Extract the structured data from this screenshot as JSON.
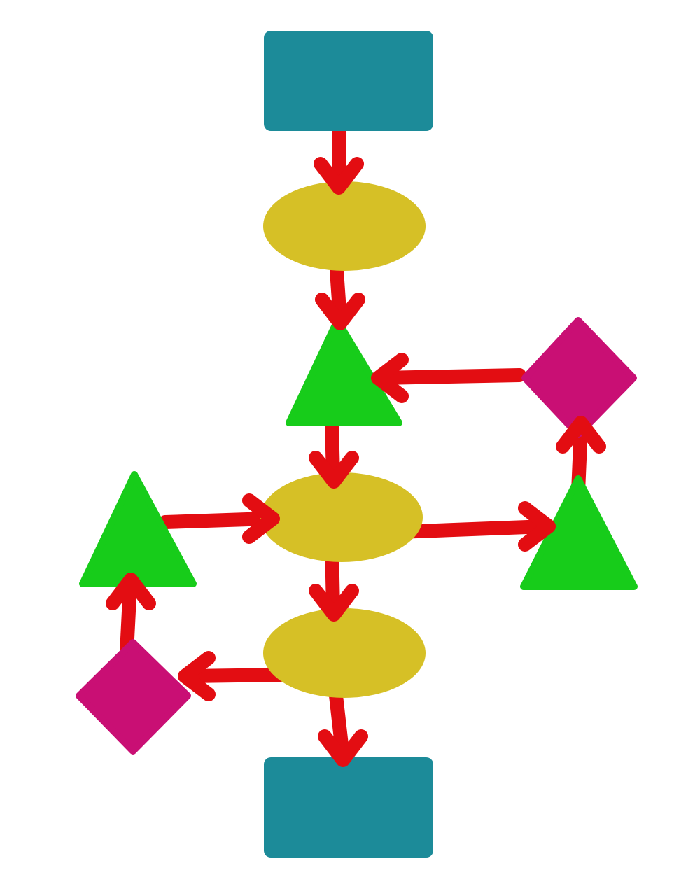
{
  "diagram": {
    "colors": {
      "background": "#ffffff",
      "terminal": "#1c8b99",
      "process": "#d6c026",
      "triangle": "#17cc1a",
      "decision": "#c90f74",
      "arrow": "#e30d12"
    },
    "nodes": [
      {
        "id": "rect-top",
        "shape": "rectangle",
        "color_key": "terminal"
      },
      {
        "id": "ellipse-1",
        "shape": "ellipse",
        "color_key": "process"
      },
      {
        "id": "triangle-center",
        "shape": "triangle",
        "color_key": "triangle"
      },
      {
        "id": "diamond-right",
        "shape": "diamond",
        "color_key": "decision"
      },
      {
        "id": "ellipse-2",
        "shape": "ellipse",
        "color_key": "process"
      },
      {
        "id": "triangle-left",
        "shape": "triangle",
        "color_key": "triangle"
      },
      {
        "id": "triangle-right",
        "shape": "triangle",
        "color_key": "triangle"
      },
      {
        "id": "ellipse-3",
        "shape": "ellipse",
        "color_key": "process"
      },
      {
        "id": "diamond-left",
        "shape": "diamond",
        "color_key": "decision"
      },
      {
        "id": "rect-bottom",
        "shape": "rectangle",
        "color_key": "terminal"
      }
    ],
    "edges": [
      {
        "from": "rect-top",
        "to": "ellipse-1"
      },
      {
        "from": "ellipse-1",
        "to": "triangle-center"
      },
      {
        "from": "diamond-right",
        "to": "triangle-center"
      },
      {
        "from": "triangle-center",
        "to": "ellipse-2"
      },
      {
        "from": "triangle-left",
        "to": "ellipse-2"
      },
      {
        "from": "ellipse-2",
        "to": "triangle-right"
      },
      {
        "from": "triangle-right",
        "to": "diamond-right"
      },
      {
        "from": "ellipse-2",
        "to": "ellipse-3"
      },
      {
        "from": "ellipse-3",
        "to": "diamond-left"
      },
      {
        "from": "diamond-left",
        "to": "triangle-left"
      },
      {
        "from": "ellipse-3",
        "to": "rect-bottom"
      }
    ]
  }
}
